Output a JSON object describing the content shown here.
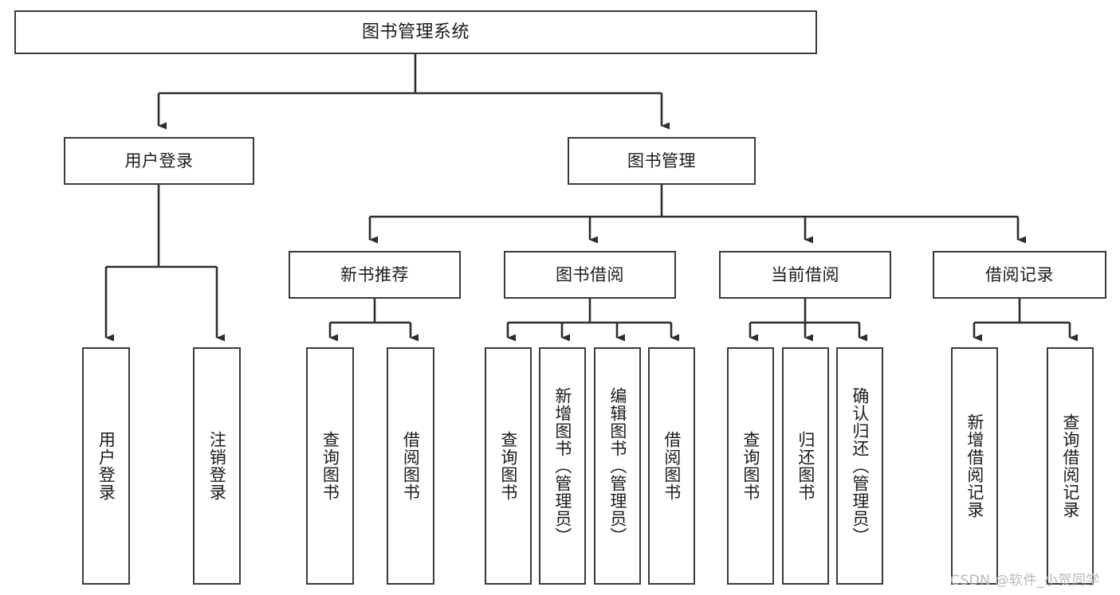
{
  "diagram": {
    "title": "图书管理系统",
    "type": "tree-hierarchy-diagram",
    "colors": {
      "box_border": "#3a3a3a",
      "box_fill": "#ffffff",
      "edge": "#2d2d2d",
      "text": "#1b1b1b",
      "background": "#ffffff",
      "watermark": "#b8b8b8"
    },
    "nodes": {
      "root": {
        "label": "图书管理系统"
      },
      "level2": [
        {
          "id": "user-login",
          "label": "用户登录"
        },
        {
          "id": "book-manage",
          "label": "图书管理"
        }
      ],
      "level3": [
        {
          "id": "new-book-recommend",
          "label": "新书推荐"
        },
        {
          "id": "book-borrow",
          "label": "图书借阅"
        },
        {
          "id": "current-borrow",
          "label": "当前借阅"
        },
        {
          "id": "borrow-record",
          "label": "借阅记录"
        }
      ],
      "leaves": {
        "user-login": [
          {
            "id": "leaf-user-login",
            "label": "用户登录"
          },
          {
            "id": "leaf-user-logout",
            "label": "注销登录"
          }
        ],
        "new-book-recommend": [
          {
            "id": "leaf-query-book-1",
            "label": "查询图书"
          },
          {
            "id": "leaf-borrow-book-1",
            "label": "借阅图书"
          }
        ],
        "book-borrow": [
          {
            "id": "leaf-query-book-2",
            "label": "查询图书"
          },
          {
            "id": "leaf-add-book",
            "label": "新增图书（管理员）"
          },
          {
            "id": "leaf-edit-book",
            "label": "编辑图书（管理员）"
          },
          {
            "id": "leaf-borrow-book-2",
            "label": "借阅图书"
          }
        ],
        "current-borrow": [
          {
            "id": "leaf-query-book-3",
            "label": "查询图书"
          },
          {
            "id": "leaf-return-book",
            "label": "归还图书"
          },
          {
            "id": "leaf-confirm-return",
            "label": "确认归还（管理员）"
          }
        ],
        "borrow-record": [
          {
            "id": "leaf-add-record",
            "label": "新增借阅记录"
          },
          {
            "id": "leaf-query-record",
            "label": "查询借阅记录"
          }
        ]
      }
    },
    "watermark": "CSDN @软件_小贺同学"
  }
}
